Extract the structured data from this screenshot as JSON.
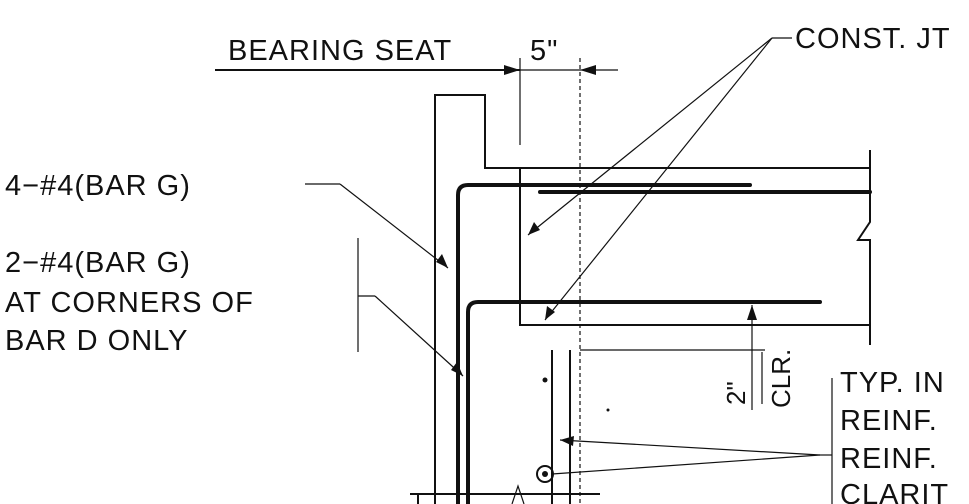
{
  "labels": {
    "bearing_seat": "BEARING SEAT",
    "dimension": "5\"",
    "const_joint": "CONST. JT",
    "bar_g_4": "4−#4(BAR G)",
    "bar_g_2_line1": "2−#4(BAR G)",
    "bar_g_2_line2": "AT CORNERS OF",
    "bar_g_2_line3": "BAR D ONLY",
    "clearance_value": "2\"",
    "clearance_unit": "CLR.",
    "note_line1": "TYP. IN",
    "note_line2": "REINF.",
    "note_line3": "REINF.",
    "note_line4": "CLARIT"
  }
}
